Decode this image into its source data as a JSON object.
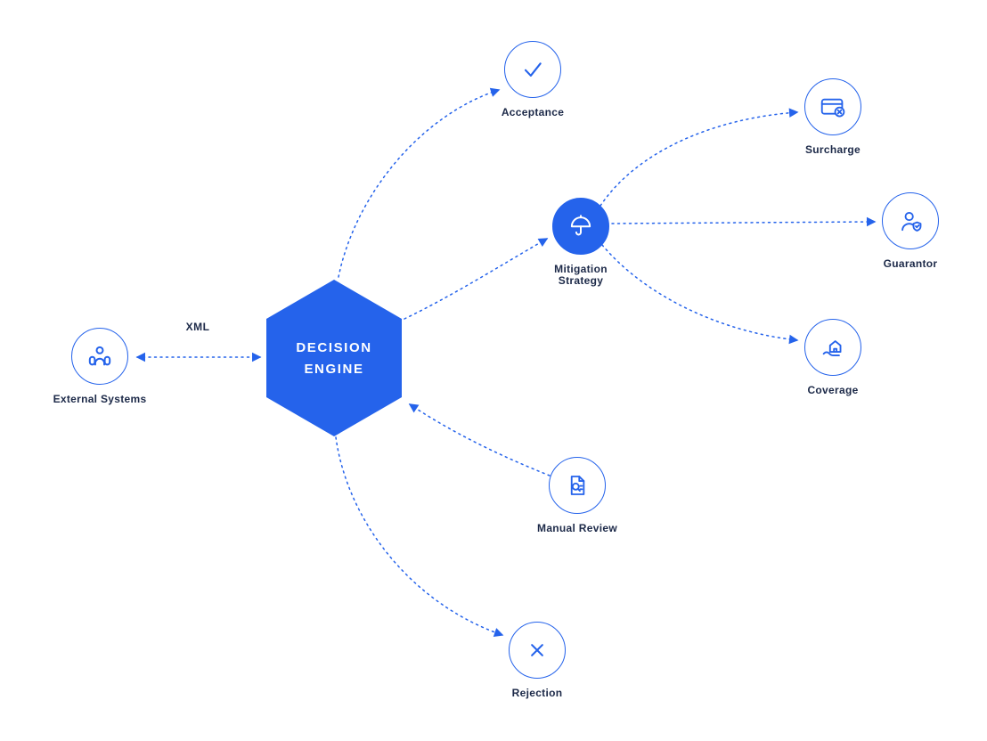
{
  "diagram": {
    "title": "Decision Engine flow diagram",
    "center": {
      "label_line1": "DECISION",
      "label_line2": "ENGINE",
      "shape": "hexagon"
    },
    "edge_label": "XML",
    "nodes": {
      "external_systems": {
        "label": "External Systems",
        "icon": "people-group-icon"
      },
      "acceptance": {
        "label": "Acceptance",
        "icon": "check-icon"
      },
      "mitigation": {
        "label_line1": "Mitigation",
        "label_line2": "Strategy",
        "icon": "umbrella-icon",
        "filled": true
      },
      "surcharge": {
        "label": "Surcharge",
        "icon": "credit-card-cancel-icon"
      },
      "guarantor": {
        "label": "Guarantor",
        "icon": "person-shield-icon"
      },
      "coverage": {
        "label": "Coverage",
        "icon": "house-in-hand-icon"
      },
      "manual_review": {
        "label": "Manual Review",
        "icon": "document-magnifier-icon"
      },
      "rejection": {
        "label": "Rejection",
        "icon": "cross-icon"
      }
    },
    "colors": {
      "accent": "#2563eb",
      "node_fill": "#2563eb",
      "label_text": "#1c2948",
      "background": "#ffffff"
    },
    "connections": [
      {
        "from": "external_systems",
        "to": "decision_engine",
        "style": "dotted",
        "arrows": "both",
        "label": "XML"
      },
      {
        "from": "decision_engine",
        "to": "acceptance",
        "style": "dotted",
        "arrows": "end"
      },
      {
        "from": "decision_engine",
        "to": "mitigation",
        "style": "dotted",
        "arrows": "end"
      },
      {
        "from": "mitigation",
        "to": "surcharge",
        "style": "dotted",
        "arrows": "end"
      },
      {
        "from": "mitigation",
        "to": "guarantor",
        "style": "dotted",
        "arrows": "end"
      },
      {
        "from": "mitigation",
        "to": "coverage",
        "style": "dotted",
        "arrows": "end"
      },
      {
        "from": "manual_review",
        "to": "decision_engine",
        "style": "dotted",
        "arrows": "end"
      },
      {
        "from": "decision_engine",
        "to": "rejection",
        "style": "dotted",
        "arrows": "end"
      }
    ]
  }
}
